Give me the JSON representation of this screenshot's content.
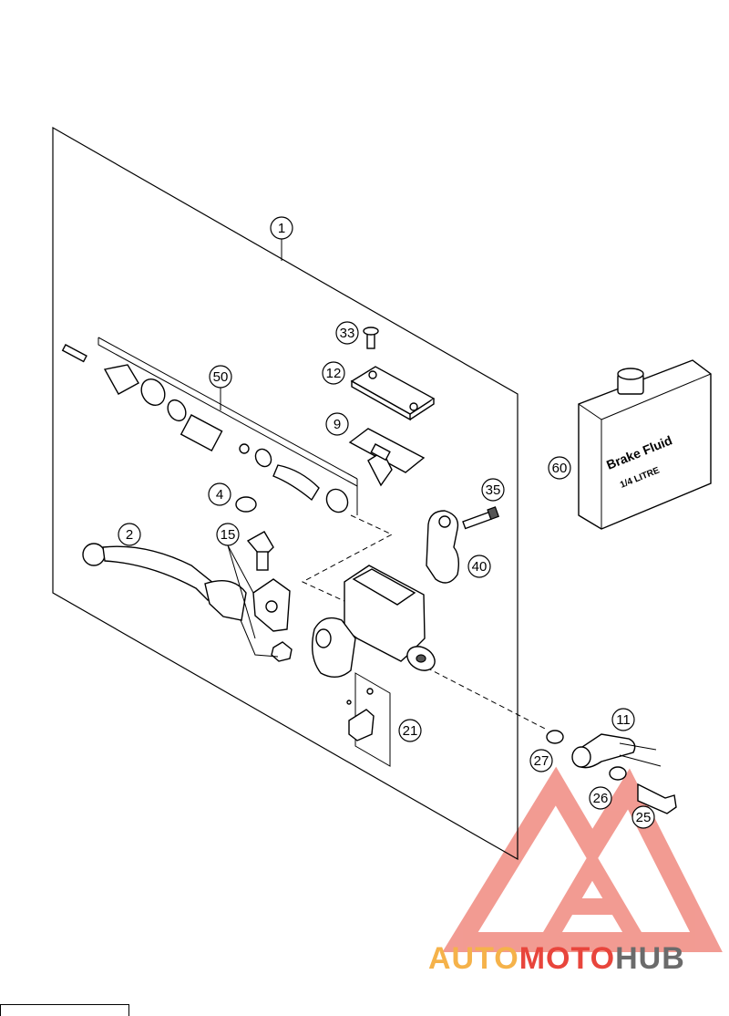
{
  "callouts": [
    {
      "id": "callout-1",
      "label": "1"
    },
    {
      "id": "callout-2",
      "label": "2"
    },
    {
      "id": "callout-4",
      "label": "4"
    },
    {
      "id": "callout-9",
      "label": "9"
    },
    {
      "id": "callout-11",
      "label": "11"
    },
    {
      "id": "callout-12",
      "label": "12"
    },
    {
      "id": "callout-15",
      "label": "15"
    },
    {
      "id": "callout-21",
      "label": "21"
    },
    {
      "id": "callout-25",
      "label": "25"
    },
    {
      "id": "callout-26",
      "label": "26"
    },
    {
      "id": "callout-27",
      "label": "27"
    },
    {
      "id": "callout-33",
      "label": "33"
    },
    {
      "id": "callout-35",
      "label": "35"
    },
    {
      "id": "callout-40",
      "label": "40"
    },
    {
      "id": "callout-50",
      "label": "50"
    },
    {
      "id": "callout-60",
      "label": "60"
    }
  ],
  "brake_fluid": {
    "line1": "Brake Fluid",
    "line2": "1/4 LITRE"
  },
  "watermark": {
    "part1": "AUTO",
    "part2": "MOTO",
    "part3": "HUB",
    "colors": {
      "auto": "#f5b24a",
      "moto": "#e8453c",
      "hub": "#6b6b6b",
      "logo": "#f08a80"
    }
  },
  "catalog_code": ""
}
